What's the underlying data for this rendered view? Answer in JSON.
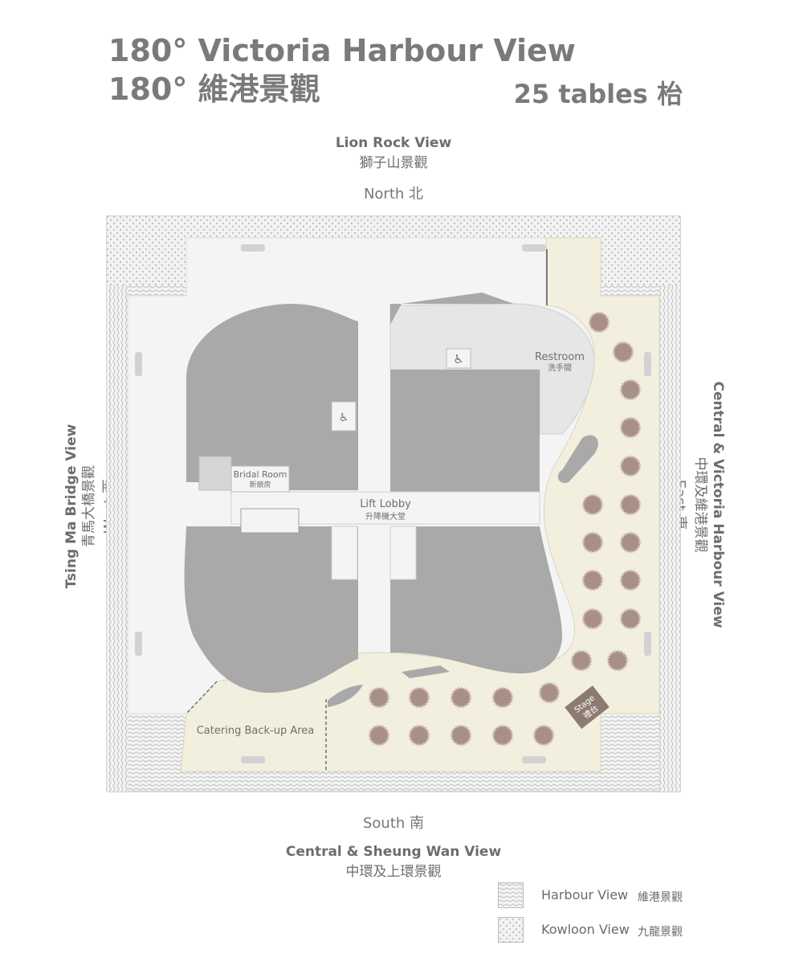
{
  "header": {
    "title_en": "180° Victoria Harbour View",
    "title_zh": "180° 維港景觀",
    "tables": "25 tables 枱"
  },
  "north": {
    "en": "Lion Rock View",
    "zh": "獅子山景觀",
    "compass": "North 北"
  },
  "south": {
    "en": "Central & Sheung Wan View",
    "zh": "中環及上環景觀",
    "compass": "South 南"
  },
  "west": {
    "en": "Tsing Ma Bridge View",
    "zh": "青馬大橋景觀",
    "compass": "West 西"
  },
  "east": {
    "en": "Central & Victoria Harbour View",
    "zh": "中環及維港景觀",
    "compass": "East 東"
  },
  "rooms": {
    "restroom_en": "Restroom",
    "restroom_zh": "洗手間",
    "bridal_en": "Bridal Room",
    "bridal_zh": "新娘房",
    "lobby_en": "Lift Lobby",
    "lobby_zh": "升降機大堂",
    "catering": "Catering Back-up Area",
    "stage_en": "Stage",
    "stage_zh": "禮台"
  },
  "icons": {
    "accessible": "wheelchair-icon"
  },
  "legend": [
    {
      "en": "Harbour View",
      "zh": "維港景觀",
      "pattern": "waves"
    },
    {
      "en": "Kowloon View",
      "zh": "九龍景觀",
      "pattern": "dots"
    }
  ],
  "colors": {
    "floor": "#f4f4f4",
    "blocked": "#a9a9aa",
    "banquet": "#f3efdf",
    "table": "#a89088",
    "stage": "#8d7b72"
  }
}
